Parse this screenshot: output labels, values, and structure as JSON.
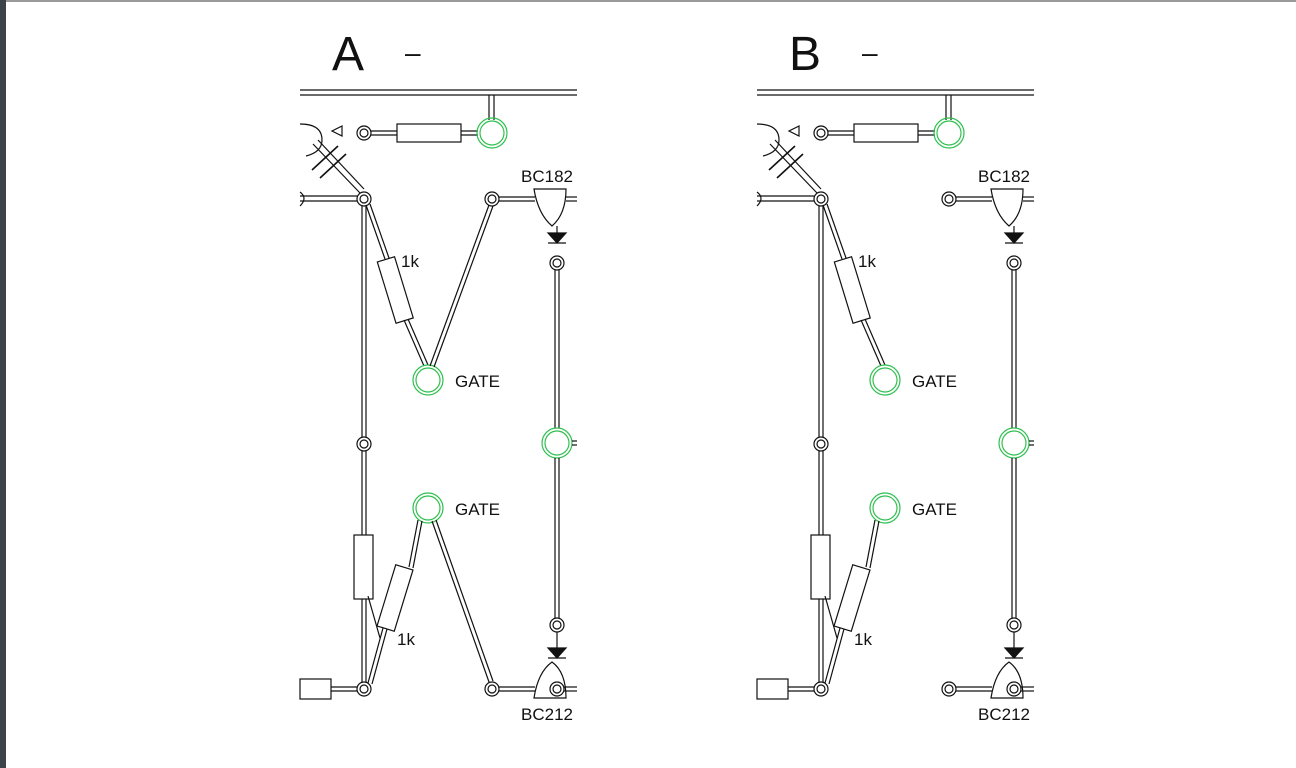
{
  "panels": [
    {
      "letter": "A",
      "dash": "–",
      "labels": {
        "top_transistor": "BC182",
        "bottom_transistor": "BC212",
        "gate_upper": "GATE",
        "gate_lower": "GATE",
        "r_upper": "1k",
        "r_lower": "1k"
      },
      "has_gate_links": true
    },
    {
      "letter": "B",
      "dash": "–",
      "labels": {
        "top_transistor": "BC182",
        "bottom_transistor": "BC212",
        "gate_upper": "GATE",
        "gate_lower": "GATE",
        "r_upper": "1k",
        "r_lower": "1k"
      },
      "has_gate_links": false
    }
  ],
  "colors": {
    "pad_green": "#2fbf4f",
    "trace": "#111111",
    "frame_top": "#9a9a9a",
    "frame_left": "#3e4349"
  }
}
